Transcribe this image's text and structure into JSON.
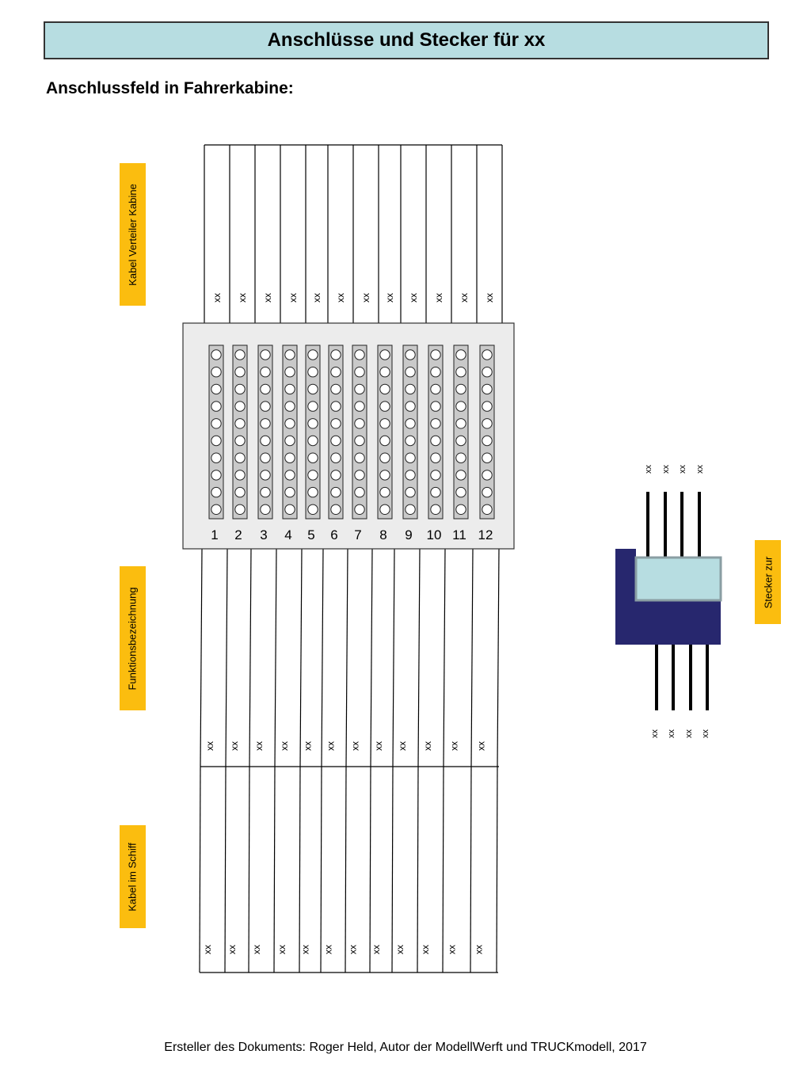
{
  "header": {
    "title": "Anschlüsse und Stecker für xx",
    "subtitle": "Anschlussfeld in Fahrerkabine:"
  },
  "labels": {
    "top": "Kabel Verteiler Kabine",
    "middle": "Funktionsbezeichnung",
    "bottom": "Kabel im Schiff",
    "connector": "Stecker zur"
  },
  "panel": {
    "terminal_numbers": [
      "1",
      "2",
      "3",
      "4",
      "5",
      "6",
      "7",
      "8",
      "9",
      "10",
      "11",
      "12"
    ],
    "holes_per_strip": 10
  },
  "cables": {
    "top": [
      "xx",
      "xx",
      "xx",
      "xx",
      "xx",
      "xx",
      "xx",
      "xx",
      "xx",
      "xx",
      "xx",
      "xx"
    ],
    "middle": [
      "xx",
      "xx",
      "xx",
      "xx",
      "xx",
      "xx",
      "xx",
      "xx",
      "xx",
      "xx",
      "xx",
      "xx"
    ],
    "bottom": [
      "xx",
      "xx",
      "xx",
      "xx",
      "xx",
      "xx",
      "xx",
      "xx",
      "xx",
      "xx",
      "xx",
      "xx"
    ]
  },
  "connector": {
    "top_pins": [
      "xx",
      "xx",
      "xx",
      "xx"
    ],
    "bottom_pins": [
      "xx",
      "xx",
      "xx",
      "xx"
    ]
  },
  "colors": {
    "title_bg": "#b7dde1",
    "label_bg": "#fbbd0f",
    "panel_bg": "#ececec",
    "strip_bg": "#c9c9c9",
    "connector_dark": "#27276e",
    "connector_light": "#b7dde1"
  },
  "footer": "Ersteller des Dokuments: Roger Held, Autor der ModellWerft und TRUCKmodell, 2017"
}
